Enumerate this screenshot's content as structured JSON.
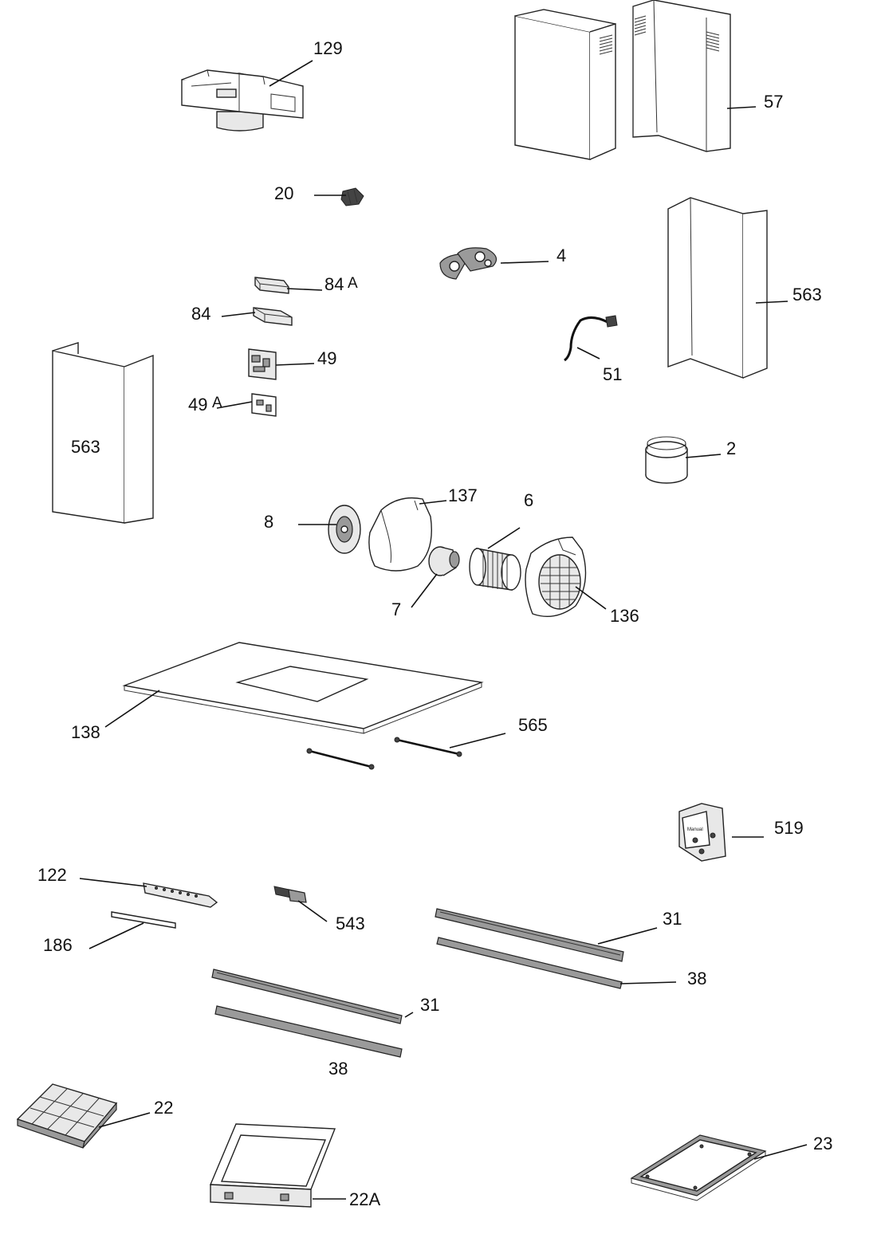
{
  "labels": {
    "p129": "129",
    "p57": "57",
    "p20": "20",
    "p4": "4",
    "p84a": "84",
    "p84a_suffix": "A",
    "p84": "84",
    "p563_right": "563",
    "p49": "49",
    "p51": "51",
    "p49a": "49",
    "p49a_suffix": "A",
    "p563_left": "563",
    "p2": "2",
    "p137": "137",
    "p6": "6",
    "p8": "8",
    "p7": "7",
    "p136": "136",
    "p138": "138",
    "p565": "565",
    "p519": "519",
    "p122": "122",
    "p543": "543",
    "p31_right": "31",
    "p186": "186",
    "p38_right": "38",
    "p31_left": "31",
    "p38_left": "38",
    "p22": "22",
    "p23": "23",
    "p22a": "22A",
    "manual_text": "Manual"
  }
}
